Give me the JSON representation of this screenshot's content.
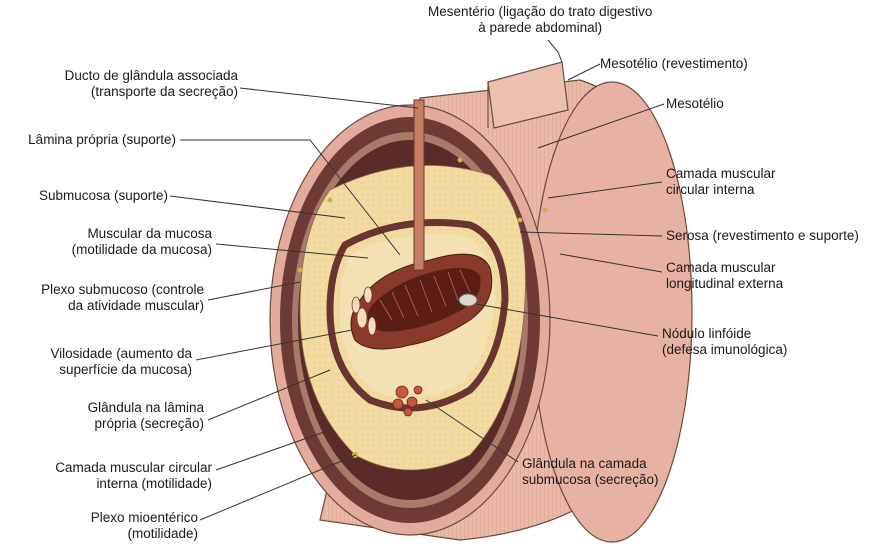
{
  "diagram": {
    "labels": {
      "mesenterio": [
        "Mesentério (ligação do trato digestivo",
        "à parede abdominal)"
      ],
      "mesotelio_revest": [
        "Mesotélio (revestimento)"
      ],
      "mesotelio": [
        "Mesotélio"
      ],
      "camada_circular_dir": [
        "Camada muscular",
        "circular interna"
      ],
      "serosa": [
        "Serosa (revestimento e suporte)"
      ],
      "camada_longitudinal": [
        "Camada muscular",
        "longitudinal externa"
      ],
      "nodulo": [
        "Nódulo linfóide",
        "(defesa imunológica)"
      ],
      "glandula_submucosa": [
        "Glândula na camada",
        "submucosa (secreção)"
      ],
      "ducto": [
        "Ducto de glândula associada",
        "(transporte da secreção)"
      ],
      "lamina_propria": [
        "Lâmina própria (suporte)"
      ],
      "submucosa": [
        "Submucosa (suporte)"
      ],
      "muscular_mucosa": [
        "Muscular da mucosa",
        "(motilidade da mucosa)"
      ],
      "plexo_submucoso": [
        "Plexo submucoso (controle",
        "da atividade muscular)"
      ],
      "vilosidade": [
        "Vilosidade (aumento da",
        "superfície da mucosa)"
      ],
      "glandula_lamina": [
        "Glândula na lâmina",
        "própria (secreção)"
      ],
      "camada_circular_esq": [
        "Camada muscular circular",
        "interna (motilidade)"
      ],
      "plexo_mioenterico": [
        "Plexo mioentérico",
        "(motilidade)"
      ]
    },
    "colors": {
      "serosa_outer": "#e8b7a8",
      "muscle_dark": "#6e3a36",
      "submucosa": "#f1dba0",
      "mucosa": "#8a3a2a",
      "lumen": "#5a1e16",
      "line": "#333333"
    }
  }
}
